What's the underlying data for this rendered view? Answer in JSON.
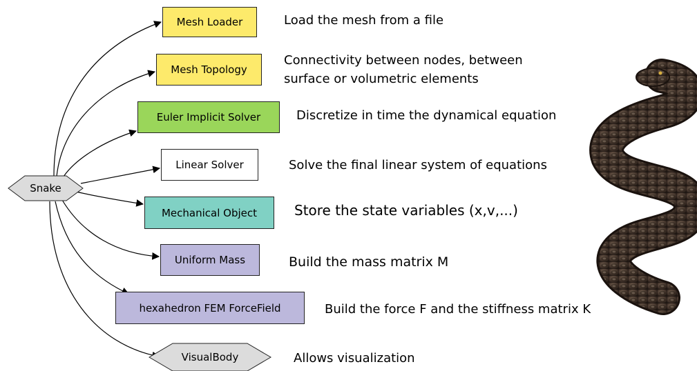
{
  "root": {
    "label": "Snake"
  },
  "components": [
    {
      "label": "Mesh Loader",
      "color": "#fdea6b",
      "description": [
        "Load the mesh from a file"
      ]
    },
    {
      "label": "Mesh Topology",
      "color": "#fdea6b",
      "description": [
        "Connectivity between nodes, between",
        "surface or volumetric elements"
      ]
    },
    {
      "label": "Euler Implicit Solver",
      "color": "#9ad65a",
      "description": [
        "Discretize in time the dynamical equation"
      ]
    },
    {
      "label": "Linear Solver",
      "color": "#ffffff",
      "description": [
        "Solve the final linear system of equations"
      ]
    },
    {
      "label": "Mechanical Object",
      "color": "#80d1c4",
      "description": [
        "Store the state variables (x,v,...)"
      ]
    },
    {
      "label": "Uniform Mass",
      "color": "#bcb8dc",
      "description": [
        "Build the mass matrix M"
      ]
    },
    {
      "label": "hexahedron FEM ForceField",
      "color": "#bcb8dc",
      "description": [
        "Build the force F and the stiffness matrix K"
      ]
    }
  ],
  "visual_node": {
    "label": "VisualBody",
    "color": "#dcdcdc",
    "description": [
      "Allows visualization"
    ]
  },
  "colors": {
    "hexagon_fill": "#dcdcdc",
    "edge": "#000000",
    "snake_body": "#3a2c24"
  },
  "image": {
    "subject": "snake"
  }
}
